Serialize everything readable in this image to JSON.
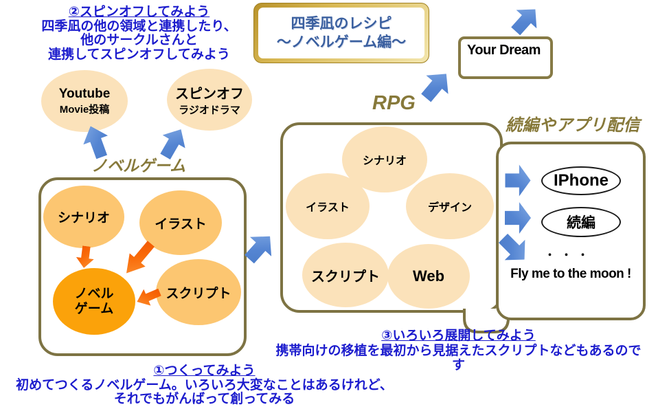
{
  "title": {
    "line1": "四季凪のレシピ",
    "line2": "～ノベルゲーム編～"
  },
  "your_dream": {
    "label": "Your Dream"
  },
  "notes": {
    "spinoff": {
      "heading": "②スピンオフしてみよう",
      "line1": "四季凪の他の領域と連携したり、",
      "line2": "他のサークルさんと",
      "line3": "連携してスピンオフしてみよう"
    },
    "create": {
      "heading": "①つくってみよう",
      "line1": "初めてつくるノベルゲーム。いろいろ大変なことはあるけれど、",
      "line2": "それでもがんばって創ってみる"
    },
    "expand": {
      "heading": "③いろいろ展開してみよう",
      "line1": "携帯向けの移植を最初から見据えたスクリプトなどもあるのです"
    }
  },
  "spinoff_bubbles": {
    "youtube": {
      "title": "Youtube",
      "subtitle": "Movie投稿"
    },
    "radio": {
      "title": "スピンオフ",
      "subtitle": "ラジオドラマ"
    }
  },
  "novel": {
    "label": "ノベルゲーム",
    "scenario": "シナリオ",
    "illust": "イラスト",
    "script": "スクリプト",
    "center_line1": "ノベル",
    "center_line2": "ゲーム"
  },
  "rpg": {
    "label": "RPG",
    "scenario": "シナリオ",
    "illust": "イラスト",
    "design": "デザイン",
    "script": "スクリプト",
    "web": "Web"
  },
  "release": {
    "label": "続編やアプリ配信",
    "iphone": "IPhone",
    "sequel": "続編",
    "dots": "・・・",
    "tagline": "Fly me to the moon !"
  },
  "colors": {
    "blue_text": "#1c1ccd",
    "olive_border": "#7d7343",
    "olive_label": "#87793a",
    "blue_arrow": "#5c8cd6",
    "orange_arrow": "#f96a08",
    "bubble_light_orange": "#fcc671",
    "bubble_pale_peach": "#fbe2ba",
    "bubble_strong_orange": "#fba20a",
    "title_text": "#3a5f9f"
  }
}
